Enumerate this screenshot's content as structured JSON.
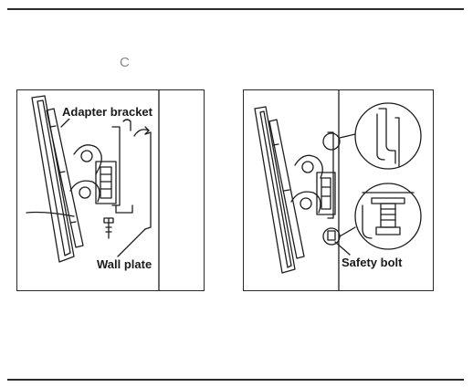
{
  "section_letter": "C",
  "figure_left": {
    "adapter_label": "Adapter bracket",
    "wall_label": "Wall plate"
  },
  "figure_right": {
    "bolt_label": "Safety bolt"
  }
}
